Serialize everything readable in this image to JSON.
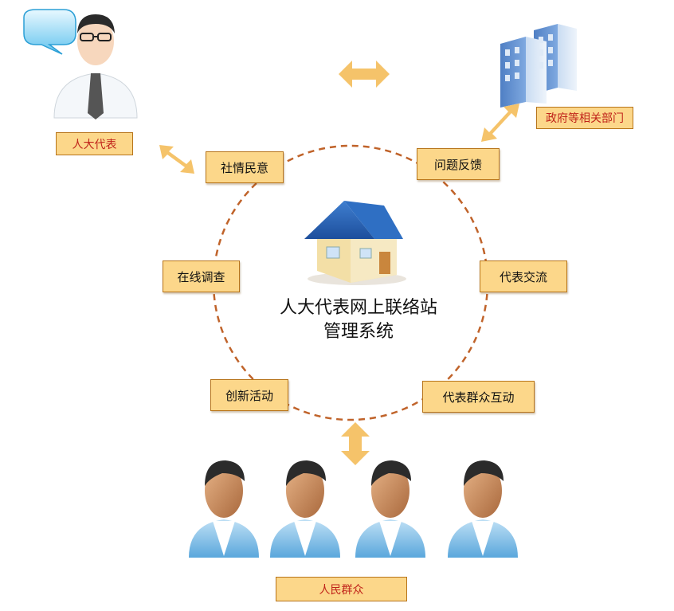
{
  "center": {
    "line1": "人大代表网上联络站",
    "line2": "管理系统"
  },
  "modules": {
    "sheqing_minyi": "社情民意",
    "wenti_fankui": "问题反馈",
    "zaixian_diaocha": "在线调查",
    "daibiao_jiaoliu": "代表交流",
    "chuangxin_huodong": "创新活动",
    "daibiao_qunzhong_hudong": "代表群众互动"
  },
  "actors": {
    "representative": "人大代表",
    "government": "政府等相关部门",
    "people": "人民群众"
  },
  "colors": {
    "box_fill": "#fcd78a",
    "box_border": "#b7741a",
    "circle_dash": "#c0632a",
    "arrow": "#f5c36a",
    "actor_label": "#c0231a"
  }
}
